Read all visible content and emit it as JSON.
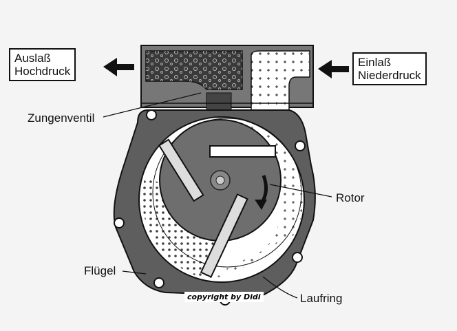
{
  "labels": {
    "outlet_line1": "Auslaß",
    "outlet_line2": "Hochdruck",
    "inlet_line1": "Einlaß",
    "inlet_line2": "Niederdruck",
    "reed_valve": "Zungenventil",
    "rotor": "Rotor",
    "vane": "Flügel",
    "race_ring": "Laufring",
    "copyright": "copyright by Didi"
  },
  "colors": {
    "housing": "#5e5e5e",
    "rotor": "#6e6e6e",
    "outline": "#111111",
    "chamber": "#ffffff"
  }
}
